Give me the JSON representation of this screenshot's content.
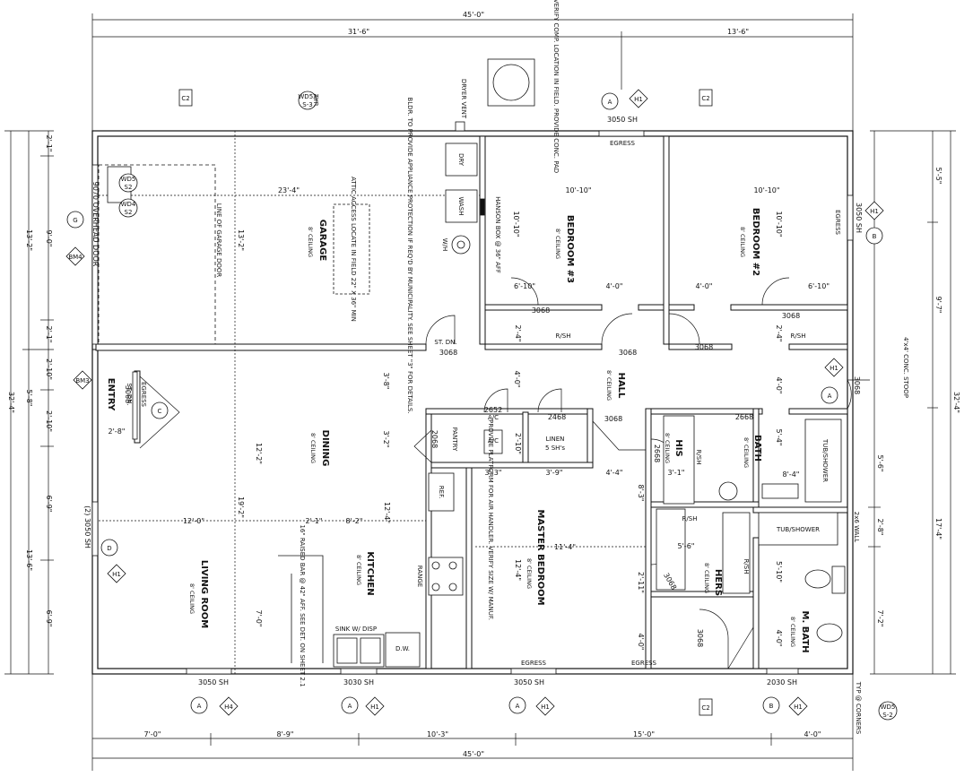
{
  "dims_top": {
    "overall": "45'-0\"",
    "left": "31'-6\"",
    "right": "13'-6\""
  },
  "dims_bottom": {
    "overall": "45'-0\"",
    "a": "7'-0\"",
    "b": "8'-9\"",
    "c": "10'-3\"",
    "d": "15'-0\"",
    "e": "4'-0\""
  },
  "dims_left": {
    "overall": "32'-4\"",
    "upper": "13'-2\"",
    "lower": "13'-6\"",
    "a": "2'-1\"",
    "b": "9'-0\"",
    "c": "2'-1\"",
    "d": "2'-10\"",
    "e": "5'-8\"",
    "f": "2'-10\"",
    "g": "6'-9\"",
    "h": "6'-9\""
  },
  "dims_right": {
    "overall": "32'-4\"",
    "upper": "5'-5\"",
    "mid": "9'-7\"",
    "lower": "17'-4\"",
    "a": "5'-6\"",
    "b": "2'-8\"",
    "c": "7'-2\""
  },
  "rooms": {
    "garage": {
      "name": "GARAGE",
      "ceiling": "8' CEILING"
    },
    "bedroom3": {
      "name": "BEDROOM #3",
      "ceiling": "8' CEILING"
    },
    "bedroom2": {
      "name": "BEDROOM #2",
      "ceiling": "8' CEILING"
    },
    "entry": {
      "name": "ENTRY"
    },
    "dining": {
      "name": "DINING",
      "ceiling": "8' CEILING"
    },
    "hall": {
      "name": "HALL",
      "ceiling": "8' CEILING"
    },
    "bath": {
      "name": "BATH",
      "ceiling": "8' CEILING"
    },
    "his": {
      "name": "HIS",
      "ceiling": "8' CEILING"
    },
    "hers": {
      "name": "HERS",
      "ceiling": "8' CEILING"
    },
    "kitchen": {
      "name": "KITCHEN",
      "ceiling": "8' CEILING"
    },
    "living": {
      "name": "LIVING ROOM",
      "ceiling": "8' CEILING"
    },
    "master": {
      "name": "MASTER BEDROOM",
      "ceiling": "8' CEILING"
    },
    "mbath": {
      "name": "M. BATH",
      "ceiling": "8' CEILING"
    }
  },
  "interior_dims": {
    "garage_w": "23'-4\"",
    "garage_d": "13'-2\"",
    "bed3_w": "10'-10\"",
    "bed3_d": "10'-10\"",
    "bed2_w": "10'-10\"",
    "bed2_d": "10'-10\"",
    "bed3_closet": "6'-10\"",
    "bed3_closet2": "4'-0\"",
    "bed2_closet": "4'-0\"",
    "bed2_closet2": "6'-10\"",
    "dining_d": "12'-2\"",
    "living_d": "19'-2\"",
    "living_w": "12'-0\"",
    "kitchen_w": "8'-2\"",
    "kitchen_d": "12'-4\"",
    "bar": "2'-1\"",
    "master_w": "11'-4\"",
    "master_d": "12'-4\"",
    "hall_a": "3'-8\"",
    "hall_b": "4'-0\"",
    "hall_c": "3'-2\"",
    "hall_d": "4'-0\"",
    "lin_a": "3'-3\"",
    "lin_b": "3'-9\"",
    "lin_c": "4'-4\"",
    "his_d": "8'-3\"",
    "his_w": "3'-1\"",
    "hers_w": "5'-6\"",
    "hers_d": "2'-11\"",
    "mb_d": "5'-10\"",
    "mb_w": "8'-4\"",
    "mb_e": "5'-4\"",
    "bath_d": "4'-0\"",
    "mbath_d": "4'-0\"",
    "ac": "2'-10\"",
    "rsh_a": "2'-4\"",
    "rsh_b": "2'-4\"",
    "entry_w": "2'-8\"",
    "mast_a": "4'-0\"",
    "mast_b": "7'-0\"",
    "twoby": "2x6 WALL",
    "bed3_a": "4'-0\""
  },
  "doors": {
    "d1": "3068",
    "d2": "3068",
    "d3": "3068",
    "d4": "3068",
    "d5": "3068",
    "d6": "3068",
    "d7": "3068",
    "d8": "2668",
    "d9": "2668",
    "d10": "2468",
    "d11": "2068",
    "d12": "2652",
    "d13": "3068",
    "d14": "3068",
    "d15": "3068"
  },
  "windows": {
    "w_top": "3050 SH",
    "w_right": "3050 SH",
    "w_bot1": "3050 SH",
    "w_bot2": "3030 SH",
    "w_bot3": "3050 SH",
    "w_bot4": "2030 SH",
    "w_left": "(2) 3050 SH",
    "garage_door": "9070 OVERHEAD DOOR"
  },
  "labels": {
    "egress": "EGRESS",
    "rsh": "R/SH",
    "dry": "DRY",
    "wash": "WASH",
    "wh": "W/H",
    "ref": "REF.",
    "range": "RANGE",
    "dw": "D.W.",
    "sink": "SINK W/ DISP",
    "pantry": "PANTRY",
    "linen": "LINEN",
    "linen_sub": "5 SH's",
    "ac": "A/C",
    "ac_dim": "A/C",
    "tub": "TUB/SHOWER",
    "tub2": "TUB/SHOWER",
    "st_dn": "ST. DN.",
    "dryer_vent": "DRYER VENT",
    "typ": "TYP.",
    "stoop": "4'x4' CONC. STOOP",
    "comp_note": "VERIFY COMP. LOCATION IN FIELD. PROVIDE CONC. PAD",
    "hanson": "HANSON BOX @ 36\" AFF",
    "attic": "ATTIC ACCESS LOCATE IN FIELD 22\" X 36\" MIN",
    "appliance": "BLDR. TO PROVIDE APPLIANCE PROTECTION IF REQ'D BY MUNICIPALITY. SEE SHEET \"3\" FOR DETAILS.",
    "platform": "PROVIDE PLATFORM FOR AIR HANDLER. VERIFY SIZE W/ MANUF.",
    "bar_note": "16\" RAISED BAR @ 42\" AFF. SEE DET. ON SHEET 2.1",
    "garage_line": "LINE OF GARAGE DOOR",
    "entry_door": "3068",
    "entry_door_note": "EGRESS",
    "st_dn2": "ST. DN.",
    "two_x_six": "2x6 WALL",
    "corners": "TYP @ CORNERS"
  },
  "tags": {
    "a": "A",
    "b": "B",
    "c": "C",
    "d": "D",
    "g": "G",
    "h1": "H1",
    "h4": "H4",
    "bm3": "BM3",
    "bm4": "BM4",
    "c2": "C2",
    "wd52": "WD52",
    "s3": "S-3",
    "wd5": "WD5",
    "s2": "S2",
    "wd4": "WD4",
    "s2b": "S2",
    "wd5b": "WD5",
    "s2c": "S-2"
  }
}
